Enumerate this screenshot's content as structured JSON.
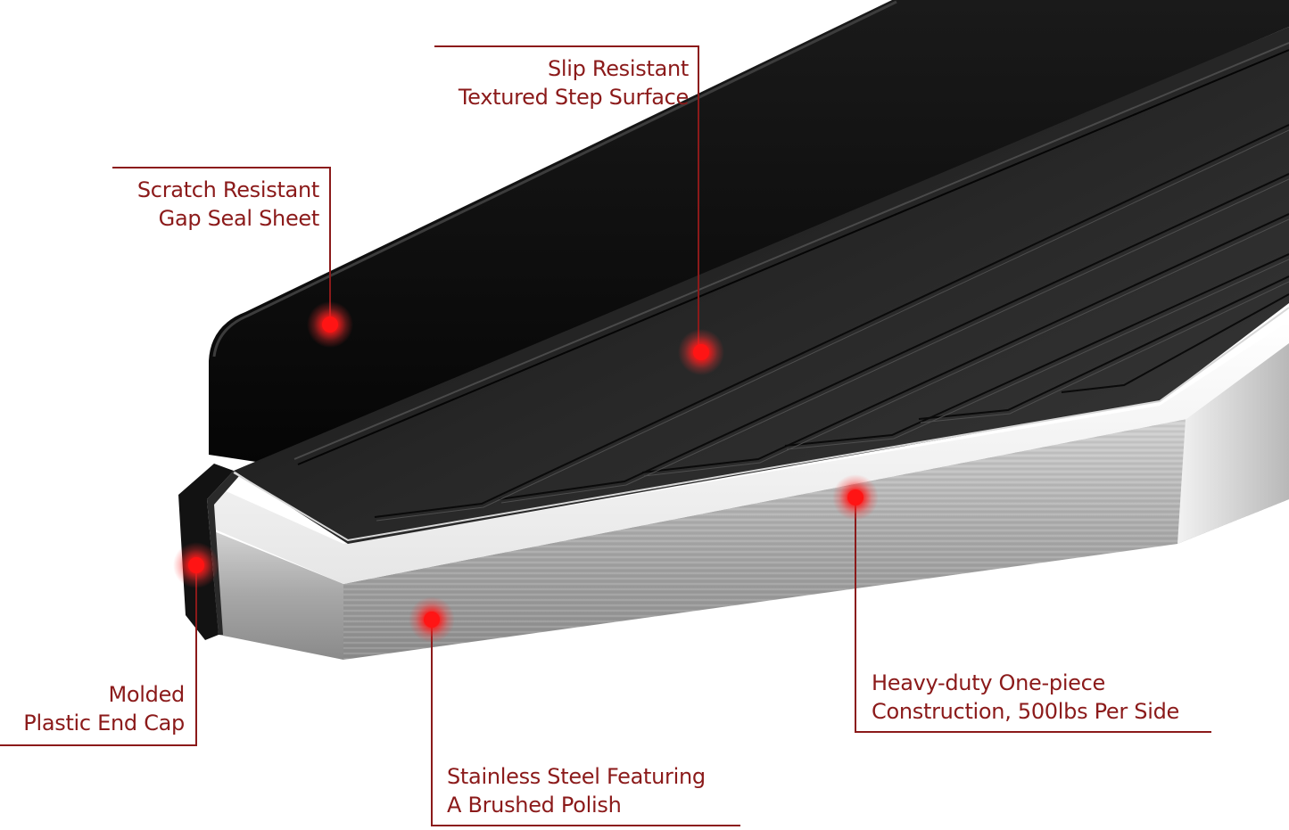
{
  "colors": {
    "callout_text": "#8b1a1a",
    "callout_line": "#8b1a1a",
    "marker": "#ff1a1a",
    "background": "#ffffff"
  },
  "callouts": [
    {
      "id": "slip-resistant",
      "lines": [
        "Slip Resistant",
        "Textured Step Surface"
      ],
      "align": "right",
      "marker": [
        786,
        395
      ]
    },
    {
      "id": "scratch-resistant",
      "lines": [
        "Scratch Resistant",
        "Gap Seal Sheet"
      ],
      "align": "right",
      "marker": [
        370,
        364
      ]
    },
    {
      "id": "molded-end-cap",
      "lines": [
        "Molded",
        "Plastic End Cap"
      ],
      "align": "right",
      "marker": [
        220,
        634
      ]
    },
    {
      "id": "stainless-steel",
      "lines": [
        "Stainless Steel Featuring",
        "A Brushed Polish"
      ],
      "align": "left",
      "marker": [
        484,
        695
      ]
    },
    {
      "id": "heavy-duty",
      "lines": [
        "Heavy-duty One-piece",
        "Construction, 500lbs Per Side"
      ],
      "align": "left",
      "marker": [
        959,
        558
      ]
    }
  ]
}
